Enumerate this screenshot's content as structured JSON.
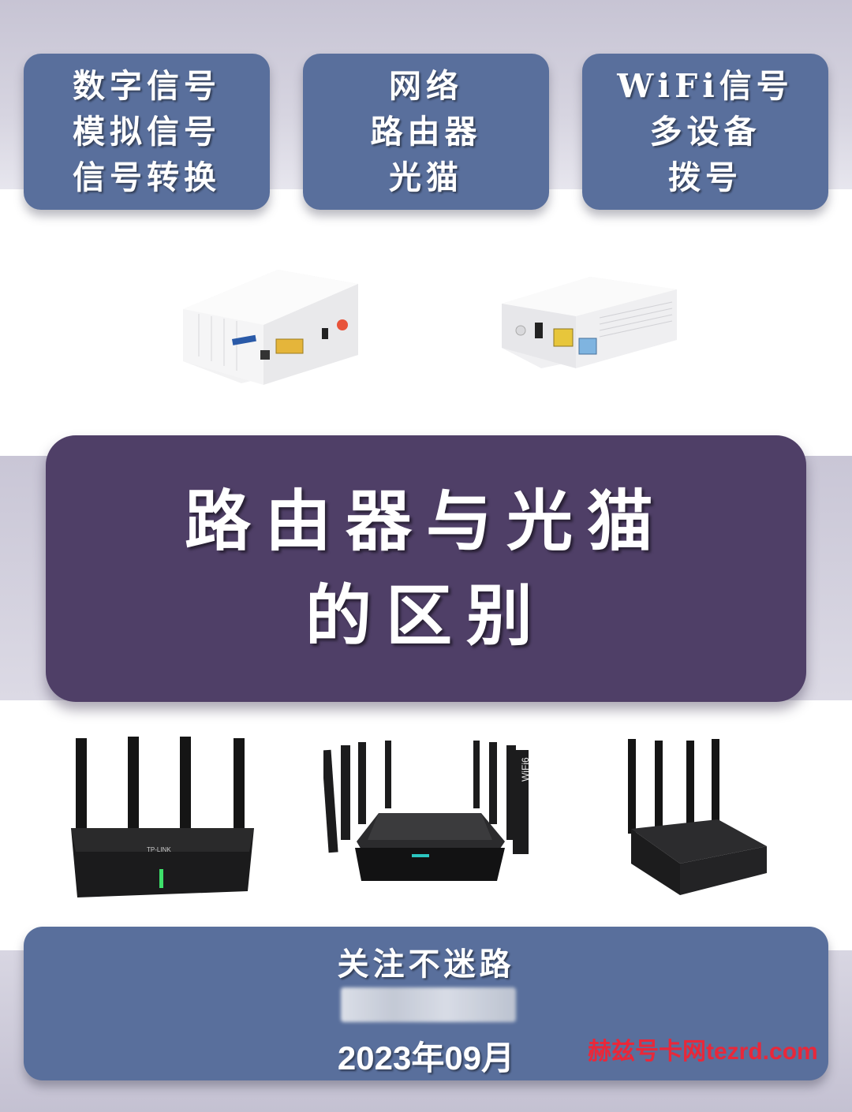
{
  "keyword_cards": [
    {
      "lines": [
        "数字信号",
        "模拟信号",
        "信号转换"
      ]
    },
    {
      "lines": [
        "网络",
        "路由器",
        "光猫"
      ]
    },
    {
      "lines": [
        "WiFi信号",
        "多设备",
        "拨号"
      ]
    }
  ],
  "title": {
    "line1": "路由器与光猫",
    "line2": "的区别"
  },
  "footer": {
    "follow": "关注不迷路",
    "date": "2023年09月",
    "watermark": "赫兹号卡网tezrd.com"
  },
  "device_labels": {
    "tplink_brand": "TP-LINK",
    "wifi6_badge": "WiFi6"
  },
  "colors": {
    "card_blue": "#596f9c",
    "title_purple": "#4f3f67",
    "watermark_red": "#e8283a"
  }
}
